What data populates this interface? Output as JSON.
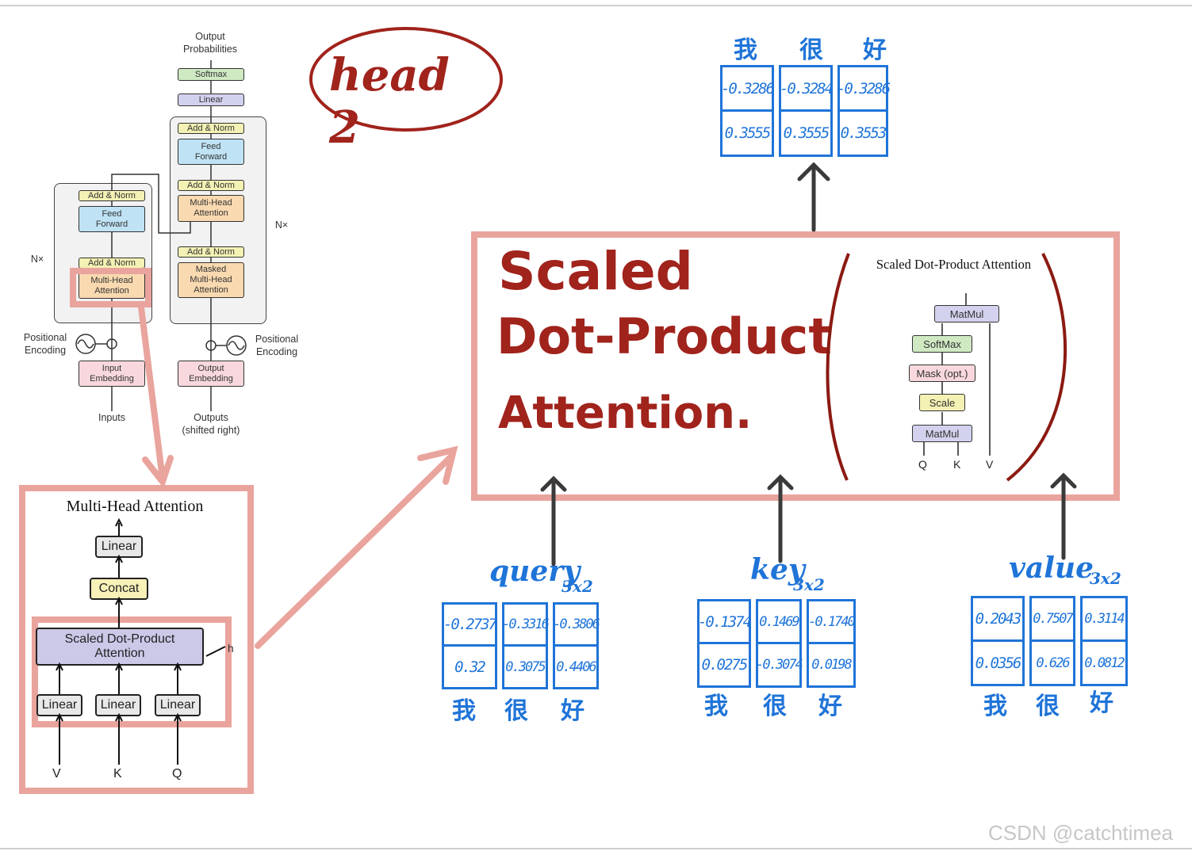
{
  "transformer": {
    "output_probs": "Output\nProbabilities",
    "softmax": "Softmax",
    "linear": "Linear",
    "dec_add_norm_1": "Add & Norm",
    "dec_feed_forward": "Feed\nForward",
    "dec_add_norm_2": "Add & Norm",
    "dec_mha": "Multi-Head\nAttention",
    "dec_add_norm_3": "Add & Norm",
    "dec_masked_mha": "Masked\nMulti-Head\nAttention",
    "enc_add_norm_1": "Add & Norm",
    "enc_feed_forward": "Feed\nForward",
    "enc_add_norm_2": "Add & Norm",
    "enc_mha": "Multi-Head\nAttention",
    "nx_left": "N×",
    "nx_right": "N×",
    "pos_enc_left": "Positional\nEncoding",
    "pos_enc_right": "Positional\nEncoding",
    "input_embedding": "Input\nEmbedding",
    "output_embedding": "Output\nEmbedding",
    "inputs": "Inputs",
    "outputs": "Outputs\n(shifted right)"
  },
  "head_label": "head 2",
  "multi_head": {
    "title": "Multi-Head Attention",
    "linear_top": "Linear",
    "concat": "Concat",
    "sdpa": "Scaled Dot-Product\nAttention",
    "h": "h",
    "linear_v": "Linear",
    "linear_k": "Linear",
    "linear_q": "Linear",
    "v": "V",
    "k": "K",
    "q": "Q"
  },
  "sdpa_panel": {
    "title_line1": "Scaled",
    "title_line2": "Dot-Product",
    "title_line3": "Attention.",
    "diagram_title": "Scaled Dot-Product Attention",
    "matmul_top": "MatMul",
    "softmax": "SoftMax",
    "mask": "Mask (opt.)",
    "scale": "Scale",
    "matmul_bottom": "MatMul",
    "q": "Q",
    "k": "K",
    "v": "V"
  },
  "output_matrix": {
    "tokens": [
      "我",
      "很",
      "好"
    ],
    "columns": [
      [
        "-0.3286",
        "0.3555"
      ],
      [
        "-0.3284",
        "0.3555"
      ],
      [
        "-0.3286",
        "0.3553"
      ]
    ]
  },
  "query": {
    "label": "query",
    "shape": "3x2",
    "tokens": [
      "我",
      "很",
      "好"
    ],
    "columns": [
      [
        "-0.2737",
        "0.32"
      ],
      [
        "-0.3316",
        "0.3075"
      ],
      [
        "-0.3806",
        "0.4406"
      ]
    ]
  },
  "key": {
    "label": "key",
    "shape": "3x2",
    "tokens": [
      "我",
      "很",
      "好"
    ],
    "columns": [
      [
        "-0.1374",
        "0.0275"
      ],
      [
        "0.1469",
        "-0.3074"
      ],
      [
        "-0.1740",
        "0.0198"
      ]
    ]
  },
  "value": {
    "label": "value",
    "shape": "3x2",
    "tokens": [
      "我",
      "很",
      "好"
    ],
    "columns": [
      [
        "0.2043",
        "0.0356"
      ],
      [
        "0.7507",
        "0.626"
      ],
      [
        "0.3114",
        "0.0812"
      ]
    ]
  },
  "watermark": "CSDN @catchtimea",
  "colors": {
    "handwriting_blue": "#1f74d8",
    "red_box": "#e9a49d",
    "dark_red": "#a0231c"
  }
}
